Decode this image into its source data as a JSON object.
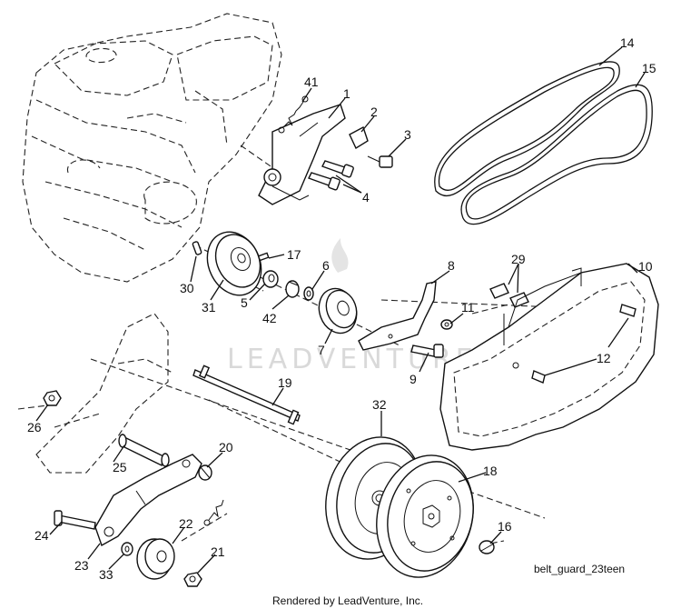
{
  "diagram": {
    "callouts": [
      "1",
      "2",
      "3",
      "4",
      "5",
      "6",
      "7",
      "8",
      "9",
      "10",
      "11",
      "12",
      "14",
      "15",
      "16",
      "17",
      "18",
      "19",
      "20",
      "21",
      "22",
      "23",
      "24",
      "25",
      "26",
      "29",
      "30",
      "31",
      "32",
      "33",
      "41",
      "42"
    ],
    "image_label": "belt_guard_23teen",
    "credit": "Rendered by LeadVenture, Inc.",
    "watermark": "LEADVENTURE"
  }
}
